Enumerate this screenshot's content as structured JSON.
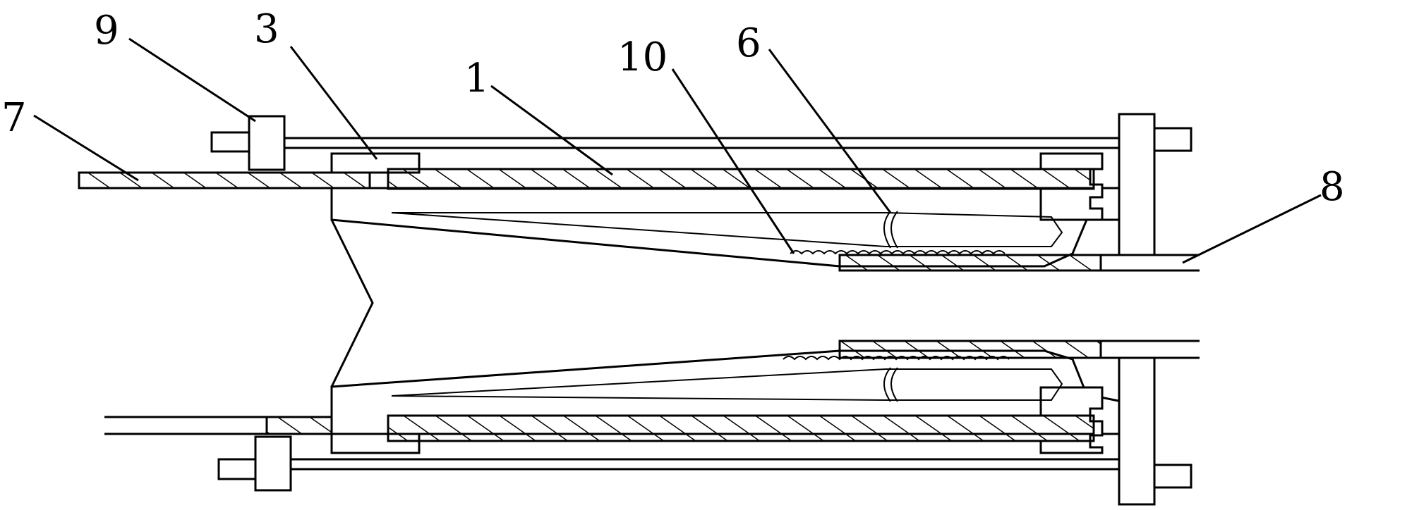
{
  "figure": {
    "labels": {
      "l1": "1",
      "l3": "3",
      "l6": "6",
      "l7": "7",
      "l8": "8",
      "l9": "9",
      "l10": "10"
    },
    "colors": {
      "line": "#000000",
      "background": "#ffffff"
    }
  }
}
